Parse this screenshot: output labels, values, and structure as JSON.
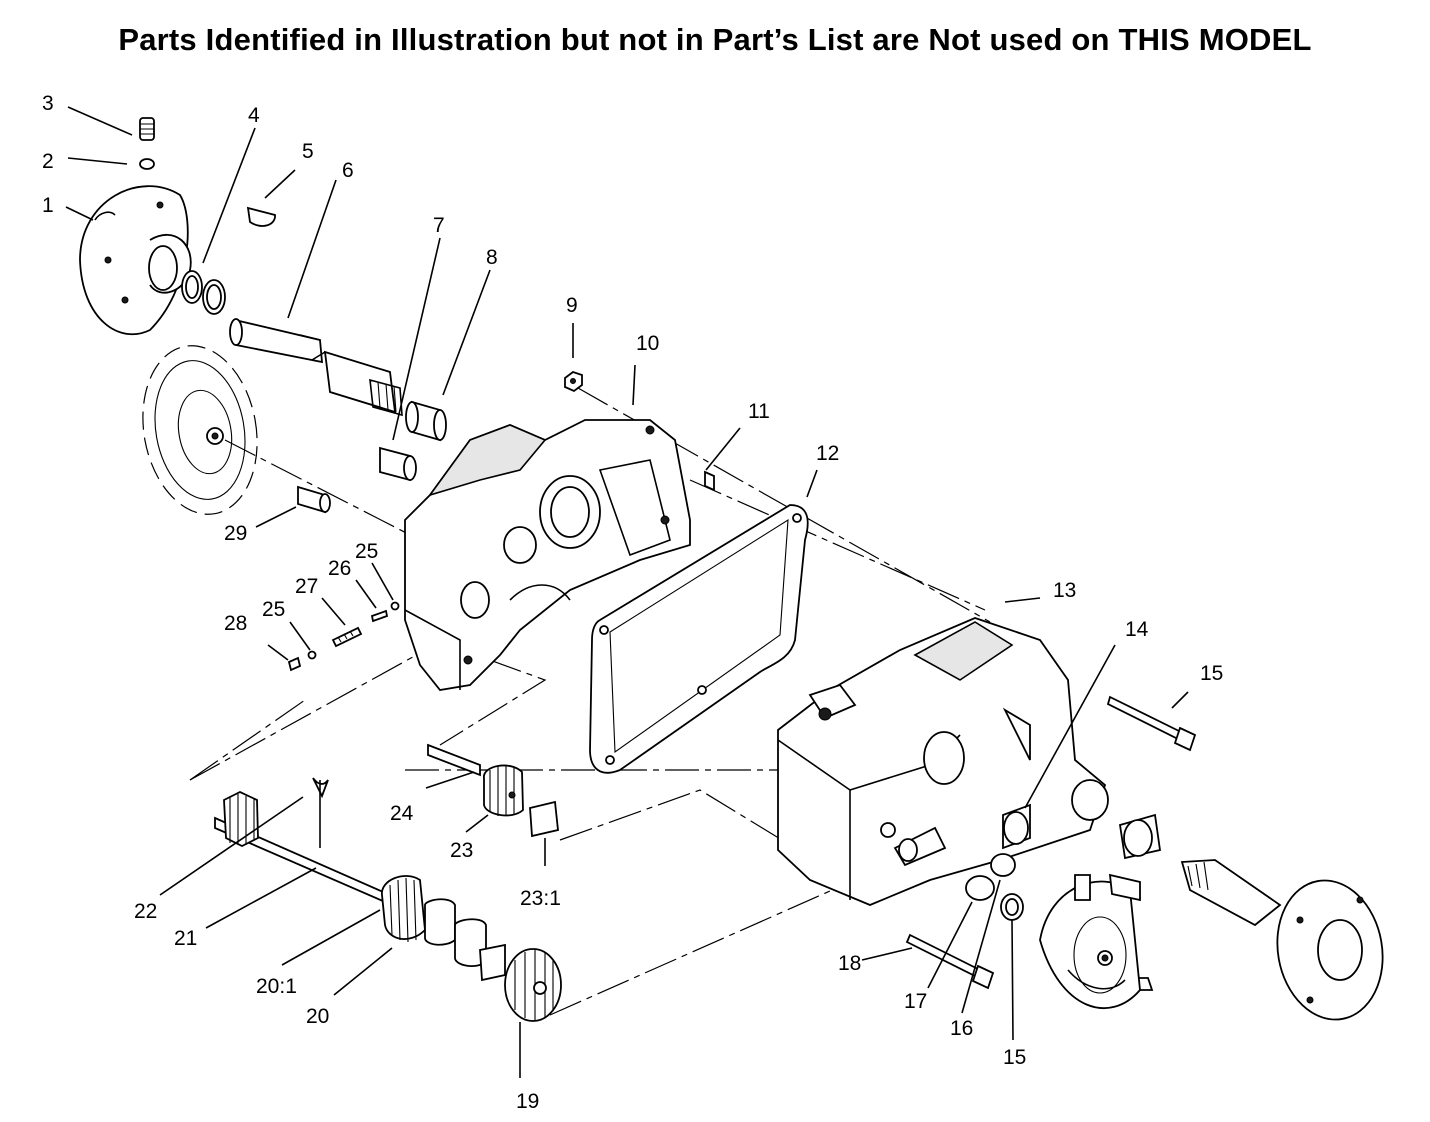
{
  "header": {
    "title": "Parts Identified in Illustration but not in Part’s List are Not used on THIS MODEL"
  },
  "callouts": {
    "c1": "1",
    "c2": "2",
    "c3": "3",
    "c4": "4",
    "c5": "5",
    "c6": "6",
    "c7": "7",
    "c8": "8",
    "c9": "9",
    "c10": "10",
    "c11": "11",
    "c12": "12",
    "c13": "13",
    "c14": "14",
    "c15a": "15",
    "c15b": "15",
    "c16": "16",
    "c17": "17",
    "c18": "18",
    "c19": "19",
    "c20": "20",
    "c20_1": "20:1",
    "c21": "21",
    "c22": "22",
    "c23": "23",
    "c23_1": "23:1",
    "c24": "24",
    "c25a": "25",
    "c25b": "25",
    "c26": "26",
    "c27": "27",
    "c28": "28",
    "c29": "29"
  }
}
